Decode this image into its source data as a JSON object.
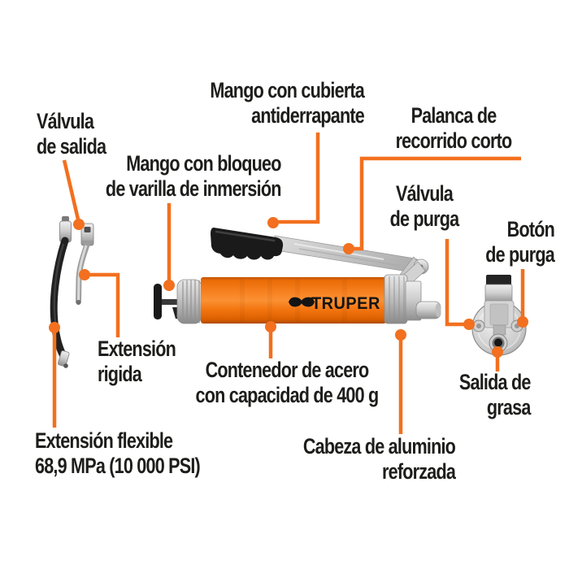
{
  "product": {
    "brand": "TRUPER"
  },
  "colors": {
    "accent": "#f2701f",
    "ink": "#1d1d1b",
    "barrel": "#f5791c"
  },
  "callouts": {
    "valvula_salida": {
      "line1": "Válvula",
      "line2": "de salida"
    },
    "mango_cubierta": {
      "line1": "Mango con cubierta",
      "line2": "antiderrapante"
    },
    "palanca": {
      "line1": "Palanca de",
      "line2": "recorrido corto"
    },
    "mango_bloqueo": {
      "line1": "Mango con bloqueo",
      "line2": "de varilla de inmersión"
    },
    "valvula_purga": {
      "line1": "Válvula",
      "line2": "de purga"
    },
    "boton_purga": {
      "line1": "Botón",
      "line2": "de purga"
    },
    "extension_rigida": {
      "line1": "Extensión",
      "line2": "rigida"
    },
    "contenedor": {
      "line1": "Contenedor de acero",
      "line2": "con capacidad de 400 g"
    },
    "cabeza": {
      "line1": "Cabeza de aluminio",
      "line2": "reforzada"
    },
    "salida_grasa": {
      "line1": "Salida de",
      "line2": "grasa"
    },
    "extension_flexible": {
      "line1": "Extensión flexible",
      "line2": "68,9 MPa (10 000 PSI)"
    }
  }
}
